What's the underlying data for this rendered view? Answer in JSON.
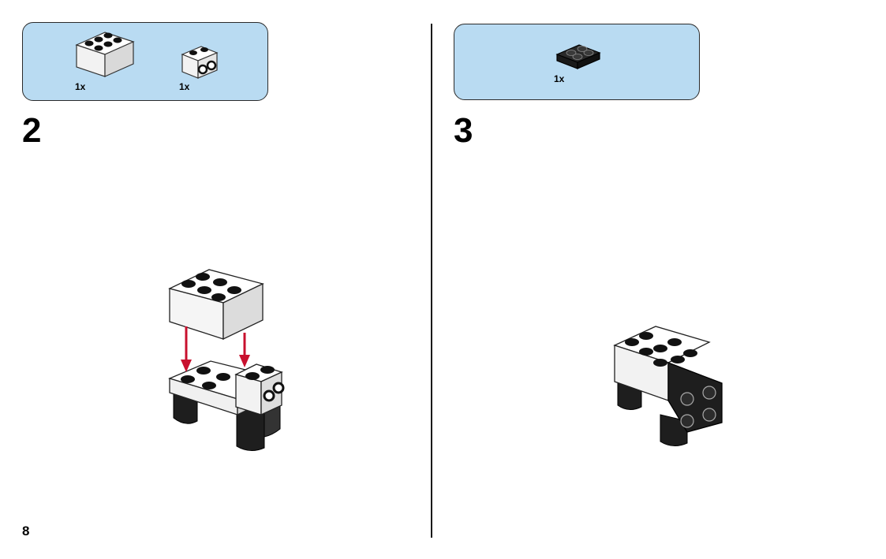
{
  "page_number": "8",
  "steps": [
    {
      "number": "2",
      "parts": [
        {
          "qty": "1x",
          "part": "white-brick-2x3-icon"
        },
        {
          "qty": "1x",
          "part": "white-brick-1x2-side-studs-icon"
        }
      ]
    },
    {
      "number": "3",
      "parts": [
        {
          "qty": "1x",
          "part": "black-plate-2x2-icon"
        }
      ]
    }
  ],
  "colors": {
    "parts_panel": "#b9dbf2",
    "arrow": "#c8102e",
    "white_brick": "#ffffff",
    "black_brick": "#1e1e1e"
  }
}
